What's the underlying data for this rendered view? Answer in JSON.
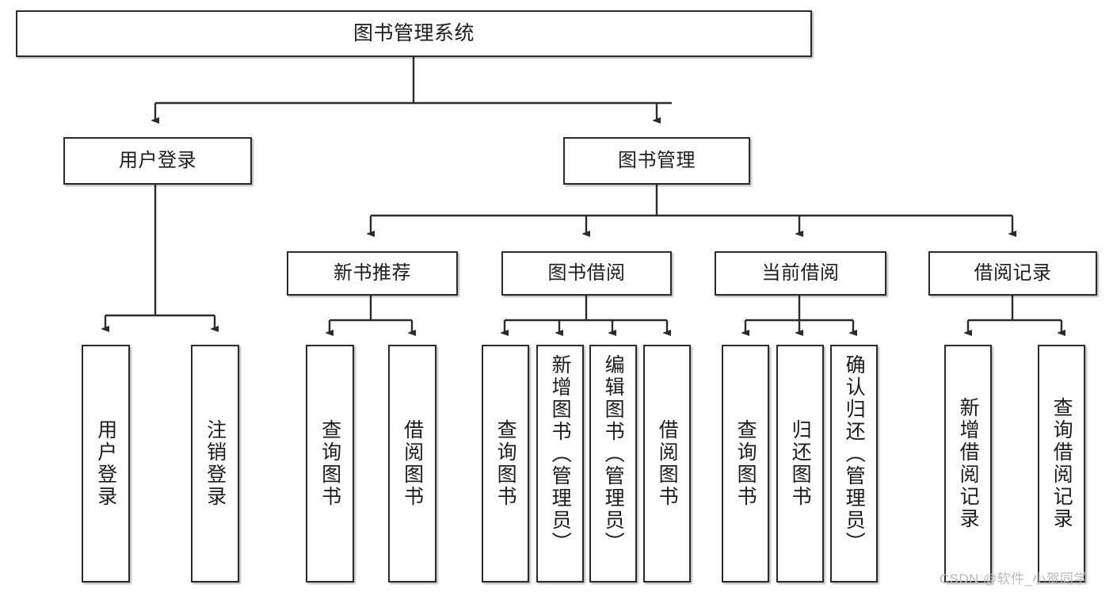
{
  "diagram": {
    "title": "图书管理系统",
    "type": "functional-structure-tree",
    "watermark": "CSDN @软件_小贺同学",
    "colors": {
      "box_border": "#2b2b2b",
      "box_fill": "#ffffff",
      "connector": "#2b2b2b",
      "text": "#1c1c1c",
      "watermark": "#b9b9b9"
    },
    "levels": {
      "root": {
        "label": "图书管理系统"
      },
      "level2": [
        {
          "label": "用户登录"
        },
        {
          "label": "图书管理"
        }
      ],
      "level3": [
        {
          "label": "新书推荐"
        },
        {
          "label": "图书借阅"
        },
        {
          "label": "当前借阅"
        },
        {
          "label": "借阅记录"
        }
      ],
      "leaves": {
        "user_login": [
          {
            "label": "用户登录"
          },
          {
            "label": "注销登录"
          }
        ],
        "new_book_recommend": [
          {
            "label": "查询图书"
          },
          {
            "label": "借阅图书"
          }
        ],
        "book_borrow": [
          {
            "label": "查询图书"
          },
          {
            "label": "新增图书（管理员）"
          },
          {
            "label": "编辑图书（管理员）"
          },
          {
            "label": "借阅图书"
          }
        ],
        "current_borrow": [
          {
            "label": "查询图书"
          },
          {
            "label": "归还图书"
          },
          {
            "label": "确认归还（管理员）"
          }
        ],
        "borrow_record": [
          {
            "label": "新增借阅记录"
          },
          {
            "label": "查询借阅记录"
          }
        ]
      }
    }
  }
}
